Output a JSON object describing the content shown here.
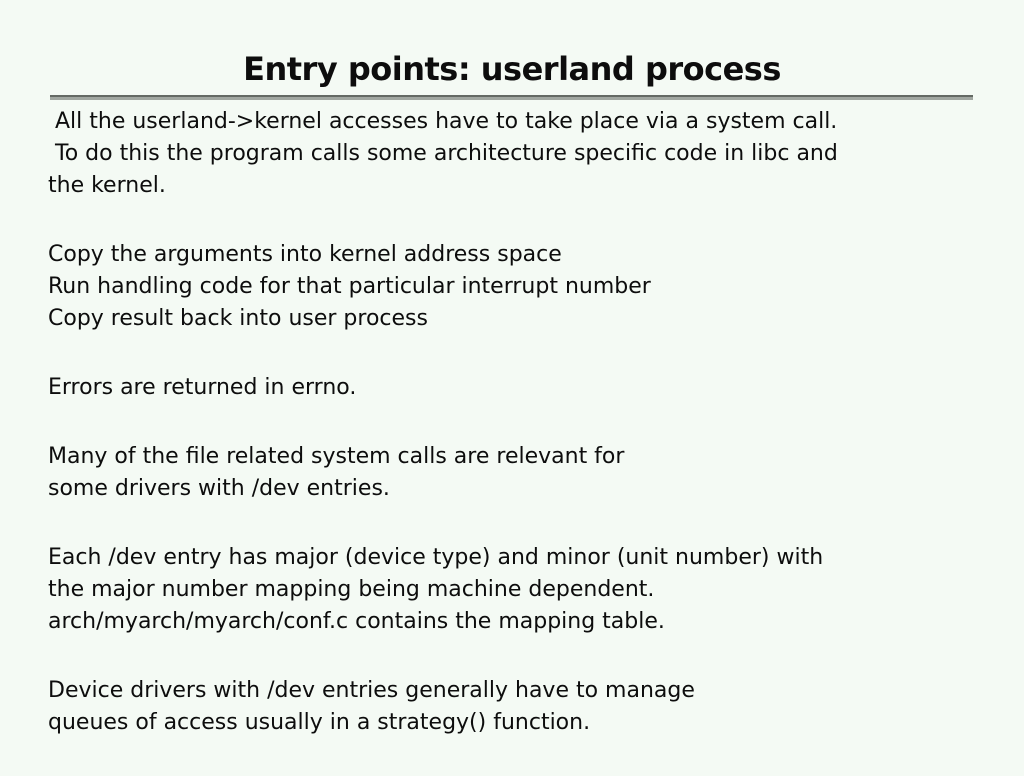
{
  "slide": {
    "title": "Entry points: userland process",
    "colors": {
      "background": "#f4faf4",
      "text": "#0d0d0d",
      "rule": "#a0a6a0",
      "rule_edge": "#636963"
    },
    "paragraphs": [
      {
        "lines": [
          " All the userland->kernel accesses have to take place via a system call.",
          " To do this the program calls some architecture specific code in libc and",
          "the kernel."
        ]
      },
      {
        "lines": [
          "Copy the arguments into kernel address space",
          "Run handling code for that particular interrupt number",
          "Copy result back into user process"
        ]
      },
      {
        "lines": [
          "Errors are returned in errno."
        ]
      },
      {
        "lines": [
          "Many of the file related system calls are relevant for",
          "some drivers with /dev entries."
        ]
      },
      {
        "lines": [
          "Each /dev entry has major (device type) and minor (unit number) with",
          "the major number mapping being machine dependent.",
          "arch/myarch/myarch/conf.c contains the mapping table."
        ]
      },
      {
        "lines": [
          "Device drivers with /dev entries generally have to manage",
          "queues of access usually in a strategy() function."
        ]
      }
    ]
  }
}
